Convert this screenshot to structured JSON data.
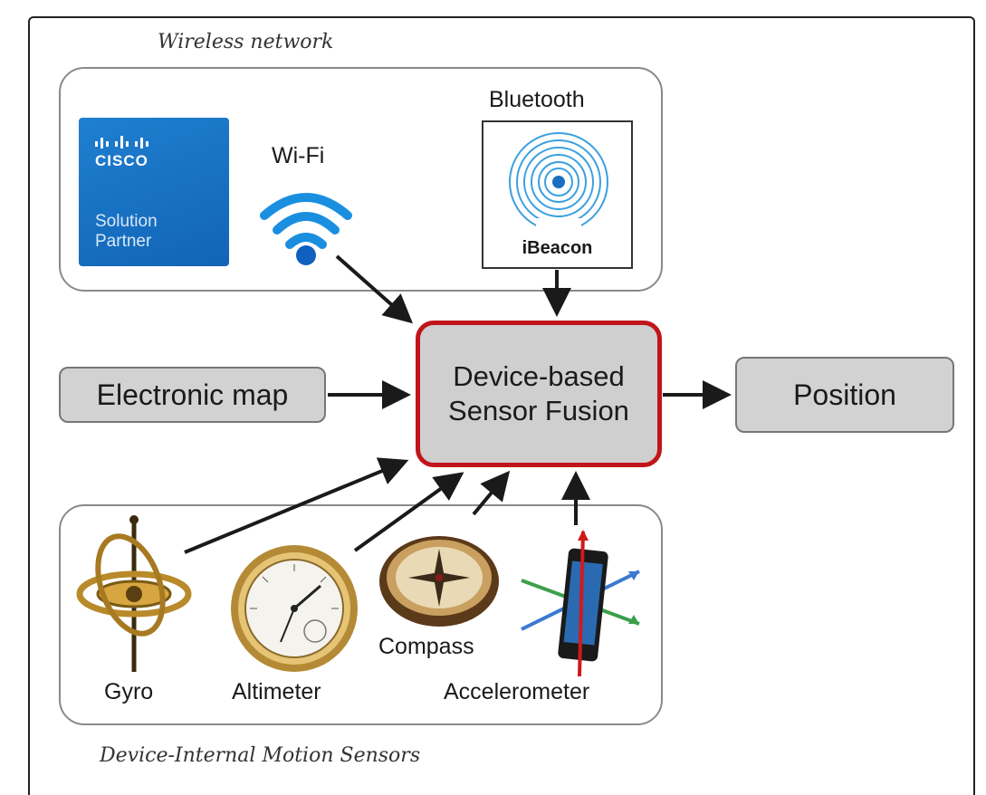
{
  "captions": {
    "wireless_network": "Wireless network",
    "internal_sensors": "Device-Internal Motion Sensors"
  },
  "wireless": {
    "cisco": {
      "name": "CISCO",
      "line1": "Solution",
      "line2": "Partner"
    },
    "wifi_label": "Wi-Fi",
    "bluetooth_label": "Bluetooth",
    "ibeacon_label": "iBeacon"
  },
  "nodes": {
    "electronic_map": "Electronic map",
    "fusion_line1": "Device-based",
    "fusion_line2": "Sensor Fusion",
    "position": "Position"
  },
  "sensors": {
    "gyro": "Gyro",
    "altimeter": "Altimeter",
    "compass": "Compass",
    "accelerometer": "Accelerometer"
  },
  "colors": {
    "fusion_border": "#c0151a",
    "node_fill": "#d2d2d2",
    "cisco_blue": "#1264b6",
    "wifi_blue": "#1a8fe0"
  },
  "icons": [
    "cisco-logo",
    "wifi-icon",
    "ibeacon-icon",
    "gyroscope-icon",
    "altimeter-icon",
    "compass-icon",
    "accelerometer-phone-icon"
  ]
}
